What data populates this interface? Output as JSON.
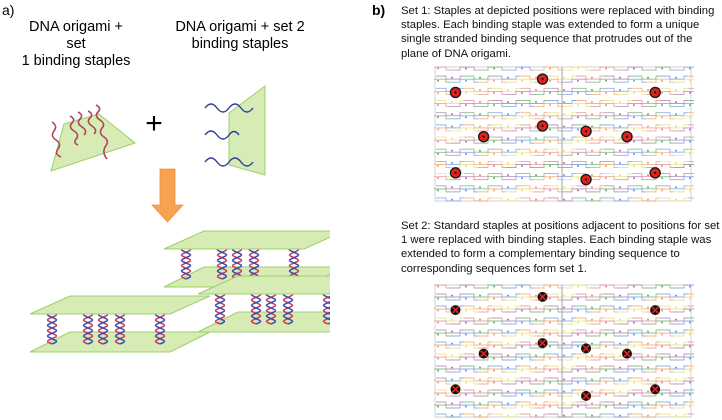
{
  "panel_a": {
    "label": "a)",
    "caption_left_line1": "DNA origami + set",
    "caption_left_line2": "1 binding staples",
    "caption_right_line1": "DNA origami + set 2",
    "caption_right_line2": "binding staples",
    "plus_symbol": "+",
    "arrow": "down-arrow",
    "colors": {
      "origami_fill": "#d6ecb4",
      "origami_stroke": "#9ccf6c",
      "set1_strand": "#b0465e",
      "set2_strand": "#2c3a9a",
      "arrow": "#f7a24f",
      "helix_red": "#c8385a",
      "helix_blue": "#3a48b0"
    }
  },
  "panel_b": {
    "label": "b)",
    "set1_text": [
      "Set 1: Staples at depicted positions were replaced with binding",
      "staples. Each binding staple was extended to form a unique",
      "single stranded binding sequence that protrudes out of the",
      "plane of DNA origami."
    ],
    "set2_text": [
      "Set 2: Standard staples at positions adjacent to positions for set",
      "1 were replaced with binding staples. Each binding staple was",
      "extended to form a complementary binding sequence to",
      "corresponding sequences form set 1."
    ],
    "set1_marker": "red-dot-marker",
    "set2_marker": "cross-marker",
    "marker_color": "#e8201c",
    "marker_outline": "#1a1a1a",
    "staple_colors": [
      "#e48a8a",
      "#a87aa8",
      "#6aaa6a",
      "#6b96e0",
      "#f0a060",
      "#e8e070",
      "#9a9a9a"
    ],
    "binding_sites_count": 10
  }
}
